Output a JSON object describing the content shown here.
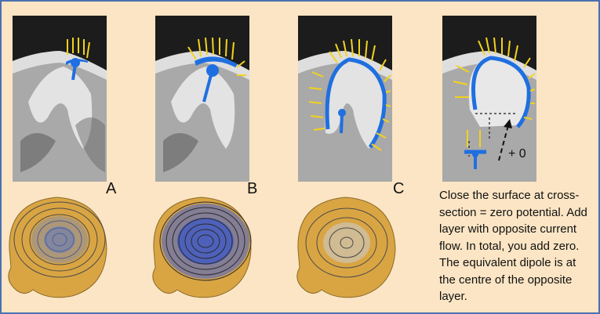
{
  "panels": [
    {
      "letter": "A",
      "arrows": 5
    },
    {
      "letter": "B",
      "arrows": 9
    },
    {
      "letter": "C",
      "arrows": 19
    },
    {
      "letter": "",
      "arrows": 16
    }
  ],
  "annotation": "+ 0",
  "caption": "Close the surface at cross-section = zero potential. Add layer with opposite current flow. In total, you add zero. The equivalent dipole is at the centre of the opposite layer.",
  "colors": {
    "background": "#fbe5c4",
    "border": "#4a70b0",
    "dipole": "#1f6fe0",
    "current_arrows": "#f3d21c",
    "scalp": "#d9a543"
  }
}
